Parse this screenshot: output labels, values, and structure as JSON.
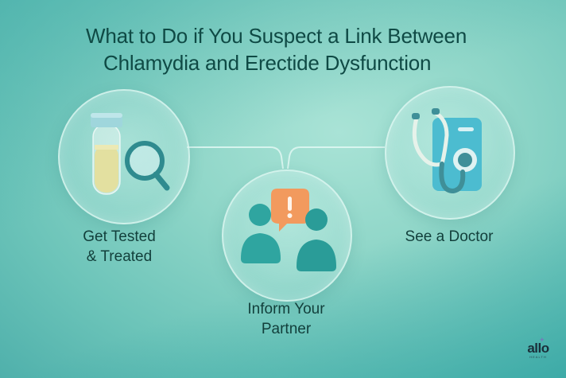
{
  "title": {
    "line1": "What to Do if You Suspect a Link Between",
    "line2": "Chlamydia and Erectide Dysfunction"
  },
  "steps": [
    {
      "label_line1": "Get Tested",
      "label_line2": "& Treated",
      "icon": "test-tube-magnifier-icon"
    },
    {
      "label_line1": "Inform Your",
      "label_line2": "Partner",
      "icon": "two-people-alert-bubble-icon"
    },
    {
      "label_line1": "See a Doctor",
      "label_line2": "",
      "icon": "stethoscope-clipboard-icon"
    }
  ],
  "logo": {
    "text": "allo",
    "subtext": "HEALTH"
  },
  "colors": {
    "title_text": "#0f4a45",
    "teal_icon": "#2fa5a0",
    "orange_bubble": "#f29a5e",
    "tube_liquid": "#e3e0a0",
    "clipboard_blue": "#4cbcd0"
  }
}
